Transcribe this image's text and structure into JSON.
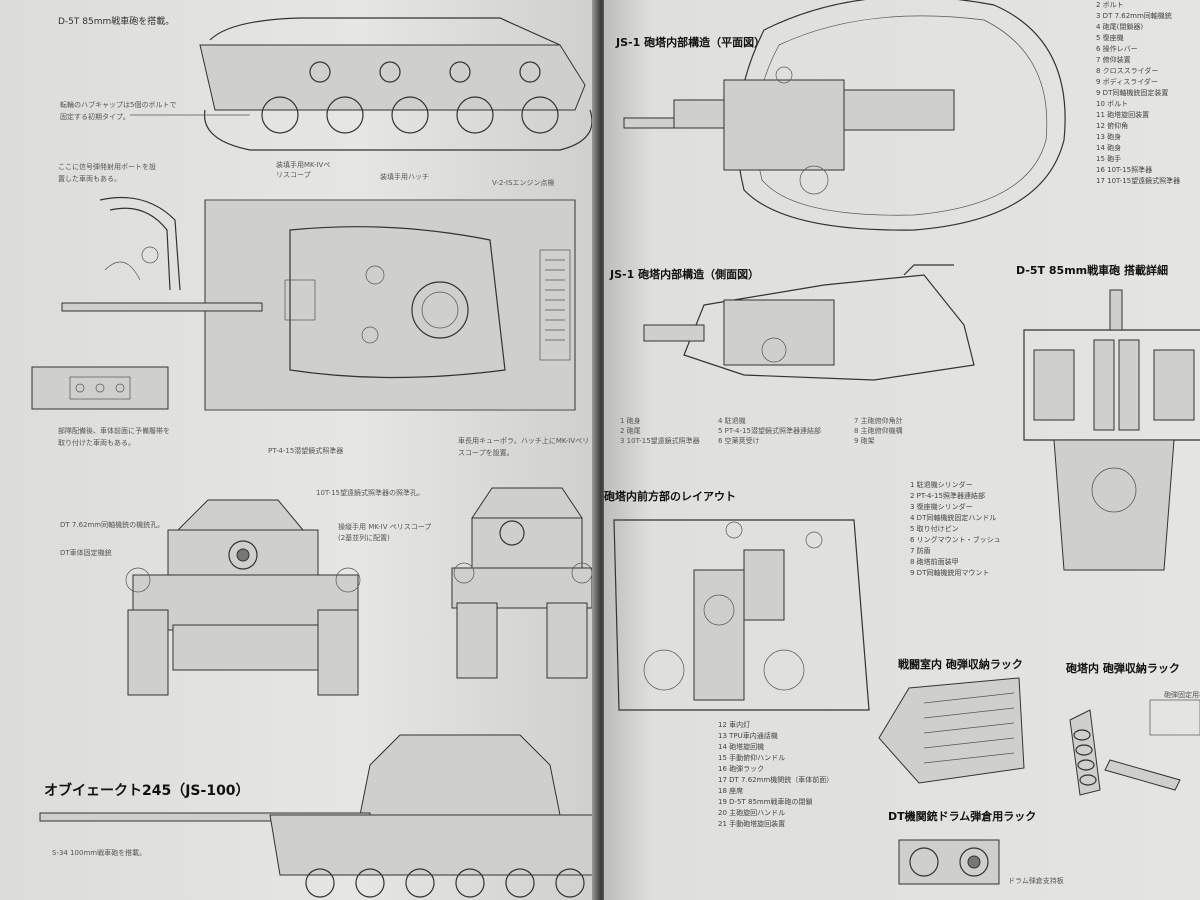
{
  "left_page": {
    "caption_top": "D-5T 85mm戦車砲を搭載。",
    "caption_hatch_note": [
      "転輪のハブキャップは5個のボルトで",
      "固定する初期タイプ。"
    ],
    "caption_pistol_port": [
      "ここに信号弾発射用ポートを設",
      "置した車両もある。"
    ],
    "label_mk4_loader": [
      "装填手用MK-IVペ",
      "リスコープ"
    ],
    "label_loader_hatch": "装填手用ハッチ",
    "label_engine": "V-2-ISエンジン点検",
    "caption_spare_track": [
      "部隊配備後、車体前面に予備履帯を",
      "取り付けた車両もある。"
    ],
    "label_pt415": "PT-4-15潜望鏡式照準器",
    "label_commander_cupola": [
      "車長用キューポラ。ハッチ上にMK-IVペリ",
      "スコープを設置。"
    ],
    "label_10t15": "10T-15望遠鏡式照準器の照準孔。",
    "label_dt_coax": "DT 7.62mm同軸機銃の機銃孔。",
    "label_driver_mk4": [
      "操縦手用 MK-IV ペリスコープ",
      "(2基並列に配置)"
    ],
    "label_dt_fixed": "DT車体固定機銃",
    "section_title": "オブイェークト245（JS-100）",
    "caption_s34": "S-34 100mm戦車砲を搭載。"
  },
  "right_page": {
    "title_plan": "JS-1 砲塔内部構造（平面図）",
    "legend_plan": [
      "2 ボルト",
      "3 DT 7.62mm同軸機銃",
      "4 砲尾(閉鎖器)",
      "5 復座機",
      "6 操作レバー",
      "7 俯仰装置",
      "8 クロススライダー",
      "9 ボディスライダー",
      "9 DT同軸機銃固定装置",
      "10 ボルト",
      "11 砲塔旋回装置",
      "12 俯仰角",
      "13 砲身",
      "14 砲身",
      "15 砲手",
      "16 10T-15照準器",
      "17 10T-15望遠鏡式照準器"
    ],
    "title_side": "JS-1 砲塔内部構造（側面図）",
    "legend_side_col1": [
      "1 砲身",
      "2 砲尾",
      "3 10T-15望遠鏡式照準器"
    ],
    "legend_side_col2": [
      "4 駐退機",
      "5 PT-4-15潜望鏡式照準器連結部",
      "6 空薬莢受け"
    ],
    "legend_side_col3": [
      "7 主砲俯仰角計",
      "8 主砲俯仰機構",
      "9 砲架"
    ],
    "title_d5t": "D-5T 85mm戦車砲 搭載詳細",
    "legend_d5t": [
      "1 駐退機シリンダー",
      "2 PT-4-15照準器連結部",
      "3 復座機シリンダー",
      "4 DT同軸機銃固定ハンドル",
      "5 取り付けピン",
      "6 リングマウント・ブッシュ",
      "7 防盾",
      "8 砲塔前面装甲",
      "9 DT同軸機銃用マウント"
    ],
    "title_turret_front": "砲塔内前方部のレイアウト",
    "legend_turret_front": [
      "12 車内灯",
      "13 TPU車内通話機",
      "14 砲塔旋回機",
      "15 手動俯仰ハンドル",
      "16 砲弾ラック",
      "17 DT 7.62mm機関銃（車体前面）",
      "18 座席",
      "19 D-5T 85mm戦車砲の閉鎖",
      "20 主砲旋回ハンドル",
      "21 手動砲塔旋回装置"
    ],
    "title_ammo_hull": "戦闘室内 砲弾収納ラック",
    "title_ammo_turret": "砲塔内 砲弾収納ラック",
    "title_dt_drum": "DT機関銃ドラム弾倉用ラック",
    "label_ammo_small": "砲弾固定用板",
    "label_drum_small": "ドラム弾倉支持板"
  }
}
